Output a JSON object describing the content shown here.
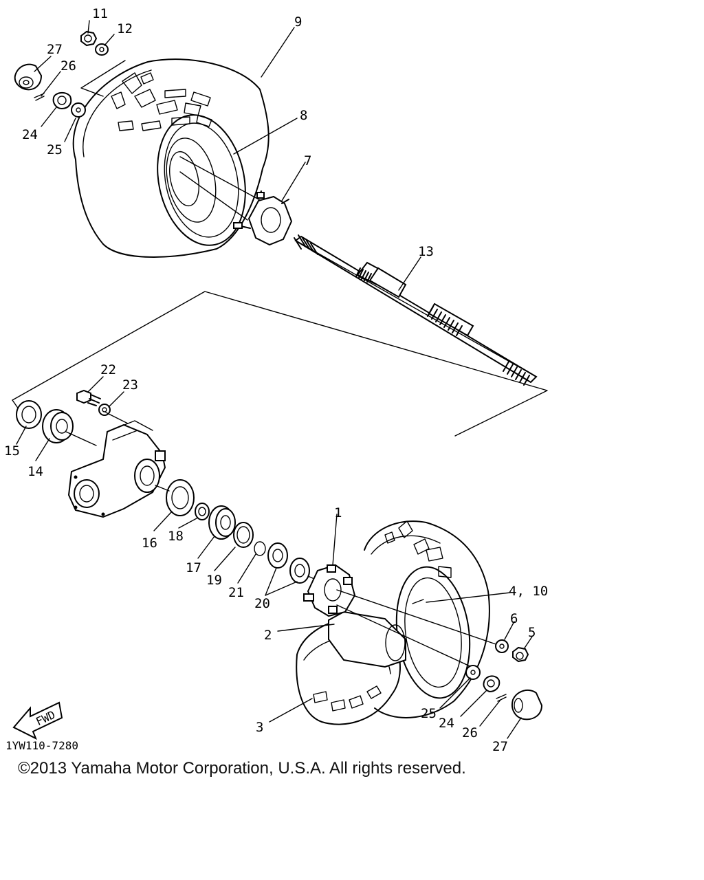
{
  "diagram": {
    "drawing_code": "1YW110-7280",
    "fwd_label": "FWD",
    "callouts": {
      "c1": "1",
      "c2": "2",
      "c3": "3",
      "c4_10": "4, 10",
      "c5": "5",
      "c6": "6",
      "c7": "7",
      "c8": "8",
      "c9": "9",
      "c11": "11",
      "c12": "12",
      "c13": "13",
      "c14": "14",
      "c15": "15",
      "c16": "16",
      "c17": "17",
      "c18": "18",
      "c19": "19",
      "c20": "20",
      "c21": "21",
      "c22": "22",
      "c23": "23",
      "c24_top": "24",
      "c25_top": "25",
      "c26_top": "26",
      "c27_top": "27",
      "c24_bot": "24",
      "c25_bot": "25",
      "c26_bot": "26",
      "c27_bot": "27"
    }
  },
  "footer": {
    "copyright": "©2013 Yamaha Motor Corporation, U.S.A. All rights reserved."
  }
}
